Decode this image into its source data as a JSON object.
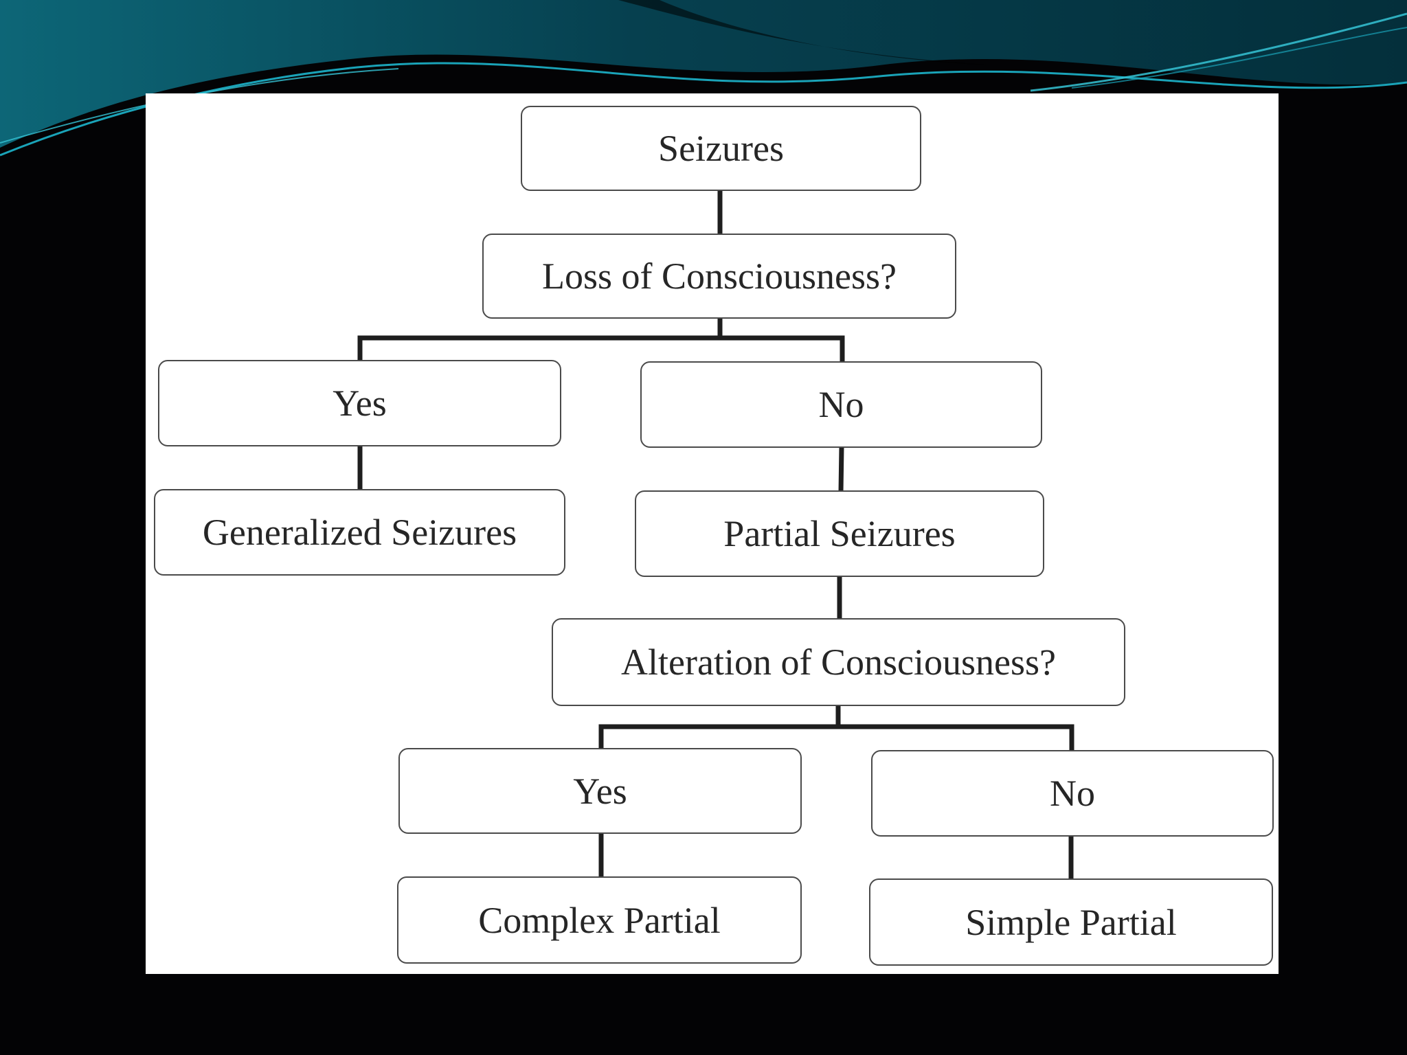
{
  "colors": {
    "background": "#030305",
    "wave_dark": "#04323f",
    "wave_mid": "#0a5566",
    "wave_accent": "#1aa3b8",
    "panel": "#ffffff",
    "line": "#1e1e1e",
    "box_border": "#4a4a4a",
    "text": "#262626"
  },
  "diagram": {
    "nodes": {
      "root": "Seizures",
      "q1": "Loss of Consciousness?",
      "q1_yes": "Yes",
      "q1_no": "No",
      "generalized": "Generalized Seizures",
      "partial": "Partial Seizures",
      "q2": "Alteration of Consciousness?",
      "q2_yes": "Yes",
      "q2_no": "No",
      "complex": "Complex Partial",
      "simple": "Simple Partial"
    }
  }
}
